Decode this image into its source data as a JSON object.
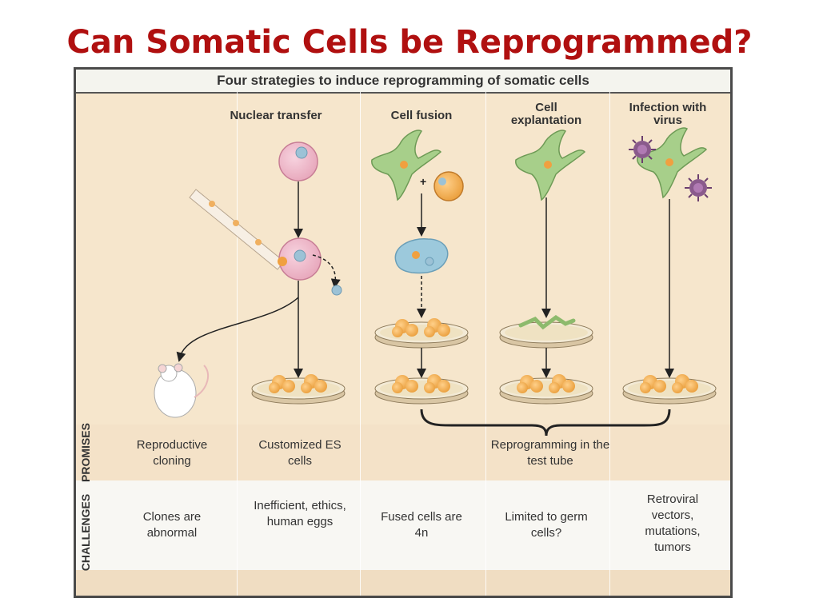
{
  "slide": {
    "title": "Can Somatic Cells be Reprogrammed?"
  },
  "figure": {
    "heading": "Four strategies to induce reprogramming of somatic cells",
    "columns": [
      {
        "head": "Nuclear  transfer"
      },
      {
        "head": "Cell fusion"
      },
      {
        "head": "Cell explantation"
      },
      {
        "head": "Infection with virus"
      }
    ],
    "row_labels": {
      "promises": "PROMISES",
      "challenges": "CHALLENGES"
    },
    "promises": {
      "reproductive_cloning": "Reproductive cloning",
      "customized_es": "Customized ES cells",
      "test_tube": "Reprogramming in the test tube"
    },
    "challenges": {
      "clones": "Clones are abnormal",
      "inefficient": "Inefficient, ethics, human eggs",
      "fused": "Fused cells are 4n",
      "limited": "Limited to germ cells?",
      "retroviral": "Retroviral vectors, mutations, tumors"
    }
  }
}
